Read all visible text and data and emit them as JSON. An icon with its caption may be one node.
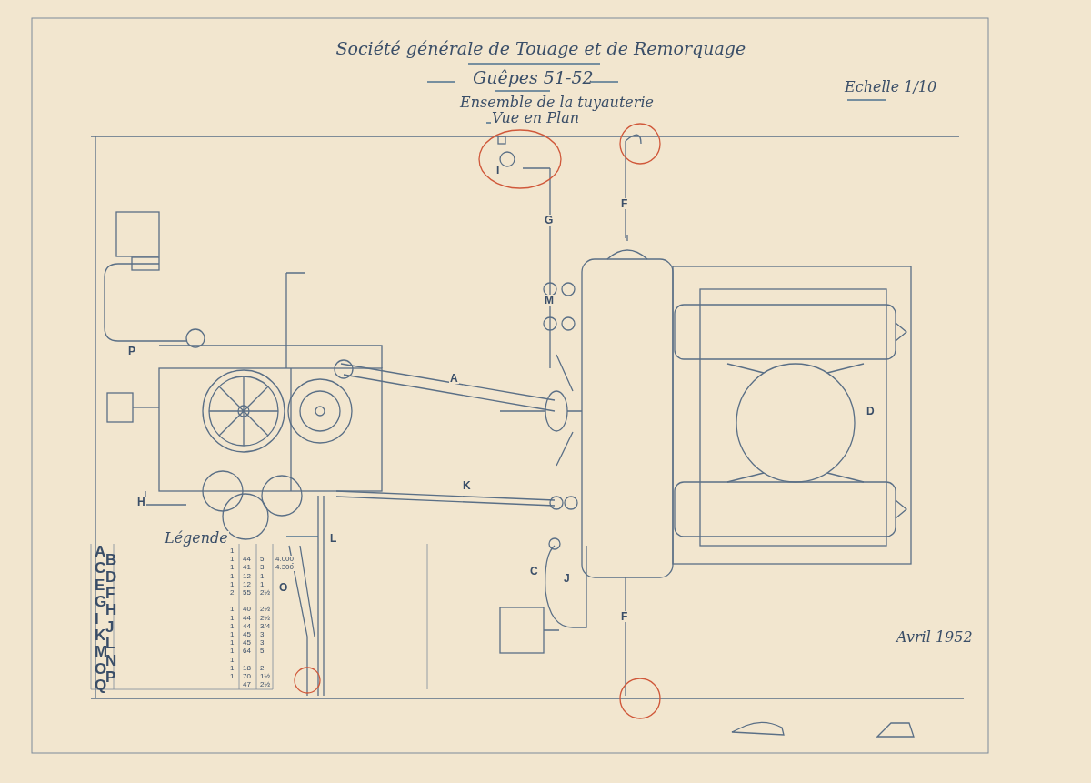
{
  "diagram": {
    "title": "Société générale de Touage et de Remorquage",
    "labels": [
      "Guêpes 51-52",
      "Ensemble de la tuyauterie",
      "Vue en Plan",
      "Echelle 1/10",
      "I",
      "G",
      "F",
      "M",
      "P",
      "A",
      "D",
      "H",
      "K",
      "L",
      "C",
      "J",
      "O",
      "F",
      "Légende",
      "A",
      "B",
      "C",
      "D",
      "E",
      "F",
      "G",
      "H",
      "I",
      "J",
      "K",
      "L",
      "M",
      "N",
      "O",
      "P",
      "Q",
      "1",
      "1",
      "44",
      "5",
      "4.000",
      "1",
      "41",
      "3",
      "4.300",
      "1",
      "12",
      "1",
      "1",
      "12",
      "1",
      "2",
      "55",
      "2½",
      "1",
      "40",
      "2½",
      "1",
      "44",
      "2½",
      "1",
      "44",
      "3/4",
      "1",
      "45",
      "3",
      "1",
      "45",
      "3",
      "1",
      "64",
      "5",
      "1",
      "1",
      "18",
      "2",
      "1",
      "70",
      "1½",
      "47",
      "2½",
      "Avril 1952"
    ]
  }
}
